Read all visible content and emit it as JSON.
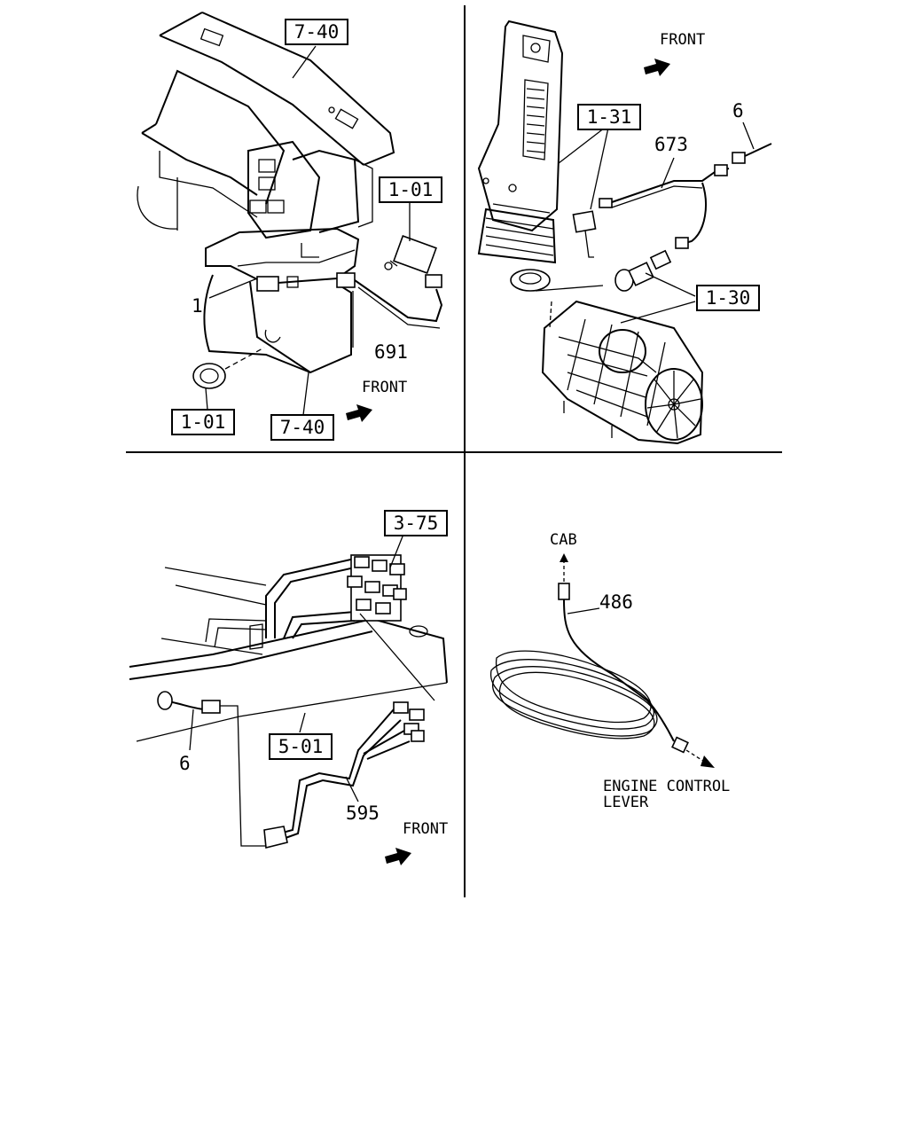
{
  "quadrants": {
    "top_left": {
      "ref_box_top": "7-40",
      "ref_box_switch": "1-01",
      "callout_1": "1",
      "callout_691": "691",
      "ref_box_cap": "1-01",
      "ref_box_bottom": "7-40",
      "front_label": "FRONT"
    },
    "top_right": {
      "front_label": "FRONT",
      "ref_box_131": "1-31",
      "callout_6": "6",
      "callout_673": "673",
      "ref_box_130": "1-30"
    },
    "bottom_left": {
      "ref_box_375": "3-75",
      "callout_6": "6",
      "ref_box_501": "5-01",
      "callout_595": "595",
      "front_label": "FRONT"
    },
    "bottom_right": {
      "cab_label": "CAB",
      "callout_486": "486",
      "engine_label_line1": "ENGINE CONTROL",
      "engine_label_line2": "LEVER"
    }
  }
}
